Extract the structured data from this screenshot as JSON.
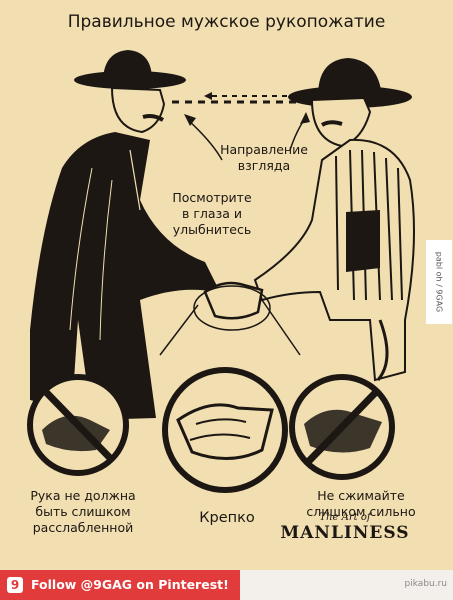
{
  "title": "Правильное мужское рукопожатие",
  "labels": {
    "gaze_line1": "Направление",
    "gaze_line2": "взгляда",
    "look_line1": "Посмотрите",
    "look_line2": "в глаза и",
    "look_line3": "улыбнитесь",
    "limp_line1": "Рука не должна",
    "limp_line2": "быть слишком",
    "limp_line3": "расслабленной",
    "firm": "Крепко",
    "squeeze_line1": "Не сжимайте",
    "squeeze_line2": "слишком сильно"
  },
  "sidebar_tag": "pabl  oh / 9GAG",
  "logo": {
    "art_of": "The Art of",
    "brand": "MANLINESS"
  },
  "footer": {
    "badge": "9",
    "follow_text": "Follow @9GAG on Pinterest!",
    "source": "pikabu.ru"
  },
  "colors": {
    "paper": "#f1dfb2",
    "ink": "#1c1712",
    "accent_red": "#e13b3b"
  }
}
